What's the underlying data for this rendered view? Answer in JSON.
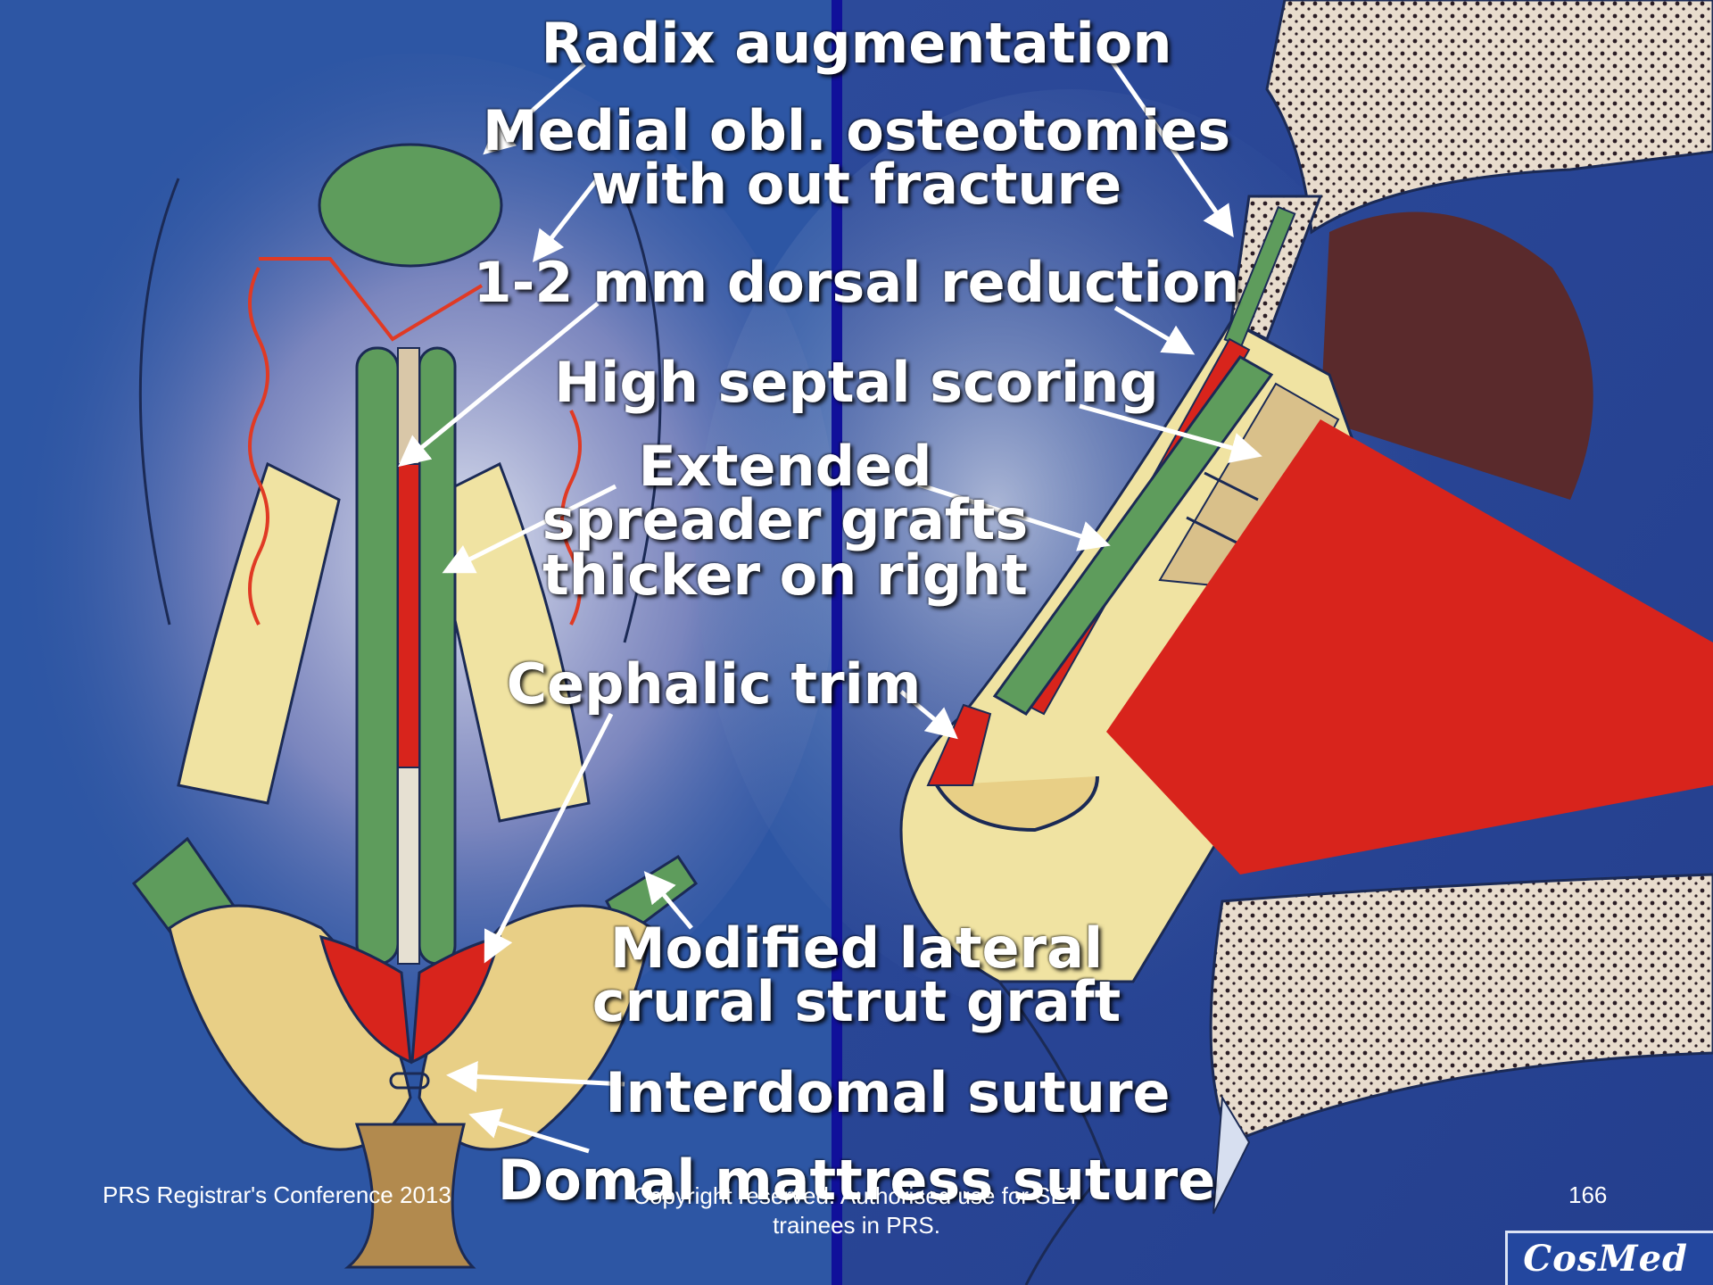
{
  "labels": {
    "radix": "Radix augmentation",
    "medial_1": "Medial obl. osteotomies",
    "medial_2": "with out fracture",
    "dorsal": "1-2 mm dorsal reduction",
    "septal": "High septal scoring",
    "spreader_1": "Extended",
    "spreader_2": "spreader grafts",
    "spreader_3": "thicker on right",
    "cephalic": "Cephalic trim",
    "lateral_1": "Modified lateral",
    "lateral_2": "crural strut graft",
    "interdomal": "Interdomal suture",
    "domal": "Domal mattress suture"
  },
  "footer": {
    "conference": "PRS Registrar's Conference 2013",
    "copyright_1": "Copyright reserved. Authorised use for SET",
    "copyright_2": "trainees in PRS.",
    "page_number": "166"
  },
  "logo": {
    "text": "CosMed"
  },
  "colors": {
    "background": "#2a4f9c",
    "graft_green": "#5e9c5c",
    "resection_red": "#d8241c",
    "skin_tan": "#f0e3a2",
    "label_text": "#ffffff",
    "divider": "#10109a"
  }
}
